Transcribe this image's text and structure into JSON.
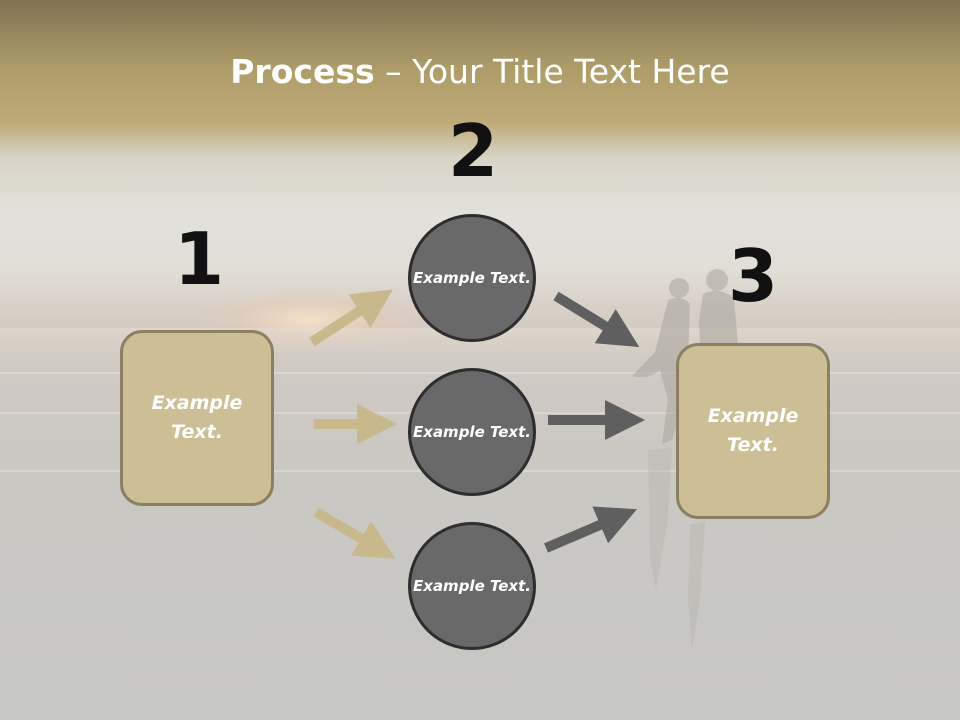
{
  "title": {
    "bold": "Process",
    "rest": " – Your Title Text Here"
  },
  "steps": [
    {
      "number": "1",
      "text": "Example Text."
    },
    {
      "number": "2",
      "text": "Example Text."
    },
    {
      "number": "3",
      "text": "Example Text."
    }
  ],
  "circles": [
    {
      "text": "Example Text."
    },
    {
      "text": "Example Text."
    },
    {
      "text": "Example Text."
    }
  ],
  "colors": {
    "box_fill": "#cdbf95",
    "box_border": "#8a7f62",
    "circle_fill": "#696969",
    "circle_border": "#2d2d2d",
    "tan_arrow": "#c8b98c",
    "gray_arrow": "#5f5f5f"
  }
}
